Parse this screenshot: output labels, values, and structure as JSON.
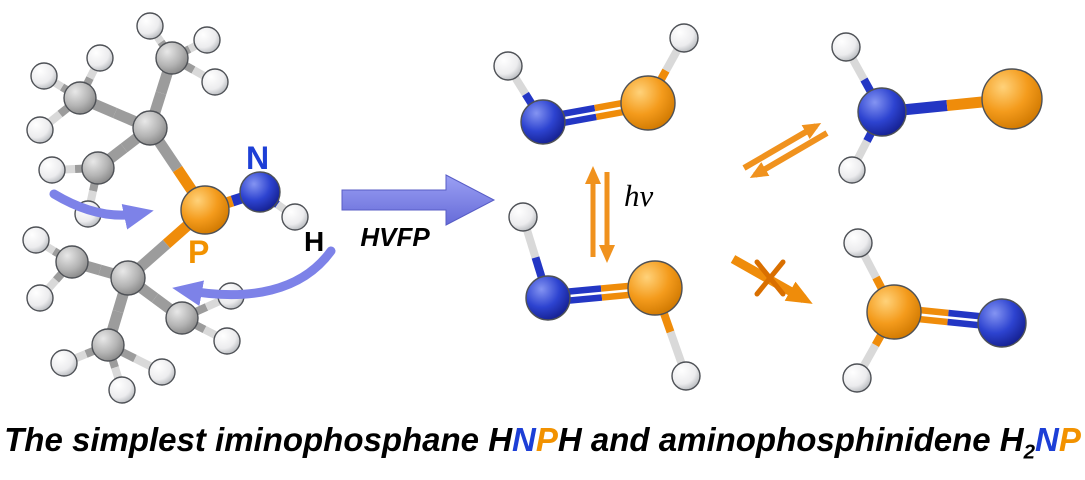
{
  "colors": {
    "nitrogen_blue": "#1d3fd6",
    "phosphorus_orange": "#f29200",
    "carbon_gray": "#9c9c9c",
    "hydrogen_white": "#e9e9e9",
    "arrow_blue": "#7d82e8",
    "arrow_orange": "#f0921e"
  },
  "labels": {
    "nitrogen": "N",
    "phosphorus": "P",
    "hydrogen": "H",
    "hvfp": "HVFP",
    "photolysis": "hν"
  },
  "caption": {
    "lead": "The simplest iminophosphane ",
    "hnph_h1": "H",
    "hnph_n": "N",
    "hnph_p": "P",
    "hnph_h2": "H",
    "mid": " and aminophosphinidene ",
    "h2np_h": "H",
    "h2np_sub": "2",
    "h2np_n": "N",
    "h2np_p": "P"
  }
}
